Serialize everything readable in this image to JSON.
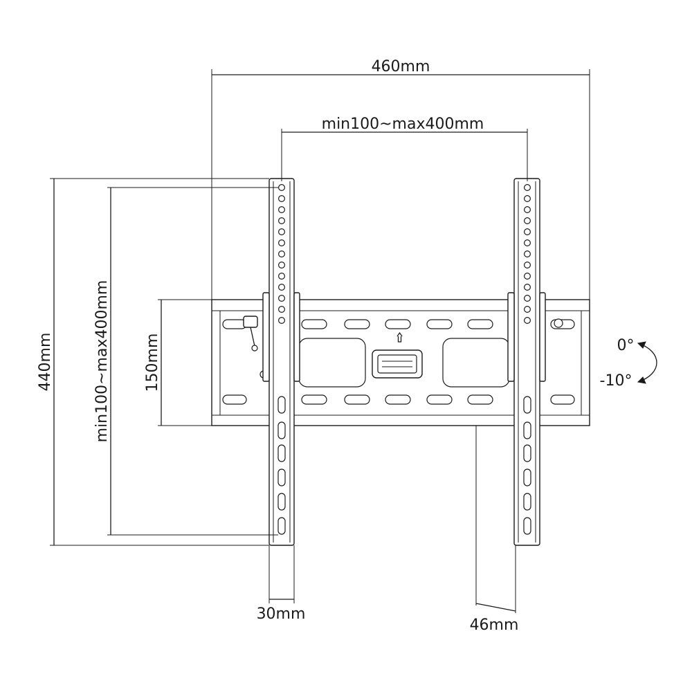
{
  "dimensions": {
    "overall_width": "460mm",
    "vesa_horizontal": "min100~max400mm",
    "overall_height": "440mm",
    "vesa_vertical": "min100~max400mm",
    "plate_height": "150mm",
    "arm_width": "30mm",
    "profile_depth": "46mm"
  },
  "tilt": {
    "up": "0°",
    "down": "-10°"
  }
}
